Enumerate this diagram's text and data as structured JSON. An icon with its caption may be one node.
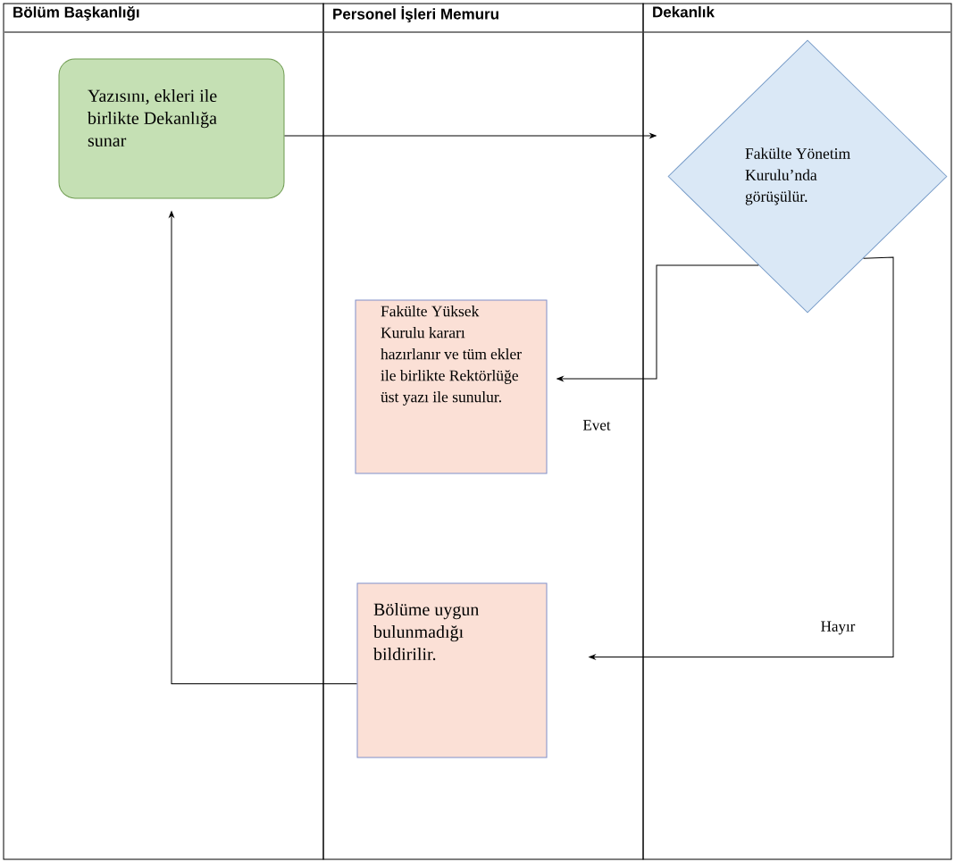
{
  "diagram": {
    "nodes": [
      {
        "text": [
          "Bölüm Başkanlığı"
        ]
      },
      {
        "text": [
          "Personel İşleri Memuru"
        ]
      },
      {
        "text": [
          "Dekanlık"
        ]
      },
      {
        "text": [
          "Yazısını, ekleri ile birlikte Dekanlığa sunar"
        ],
        "in": 0
      },
      {
        "text": [
          "Fakülte Yönetim Kurulu’nda görüşülür."
        ],
        "in": 2
      },
      {
        "text": [
          "Fakülte Yüksek Kurulu kararı hazırlanır ve tüm ekler ile birlikte Rektörlüğe üst yazı ile sunulur."
        ],
        "in": 1
      },
      {
        "text": [
          "Bölüme uygun bulunmadığı bildirilir."
        ],
        "in": 1
      }
    ],
    "edges": [
      {
        "from": 3,
        "to": 4,
        "arrow": "to"
      },
      {
        "from": 4,
        "to": 5,
        "arrow": "to",
        "label": "Evet"
      },
      {
        "from": 4,
        "to": 6,
        "arrow": "to",
        "label": "Hayır"
      },
      {
        "from": 6,
        "to": 3,
        "arrow": "to"
      }
    ]
  }
}
